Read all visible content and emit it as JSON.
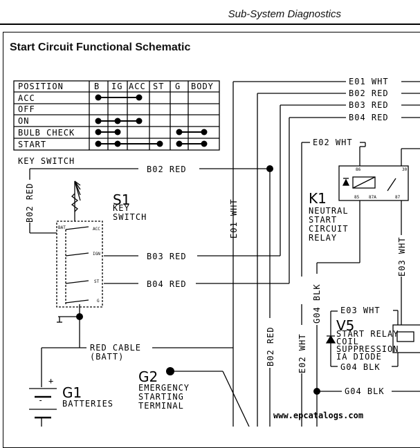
{
  "header": {
    "title": "Sub-System Diagnostics"
  },
  "page_title": "Start Circuit Functional Schematic",
  "table": {
    "columns": [
      "POSITION",
      "B",
      "IG",
      "ACC",
      "ST",
      "G",
      "BODY"
    ],
    "rows": [
      "ACC",
      "OFF",
      "ON",
      "BULB CHECK",
      "START"
    ]
  },
  "key_switch": {
    "label": "KEY SWITCH",
    "ref": "S1",
    "name_line1": "KEY",
    "name_line2": "SWITCH",
    "terminals": {
      "bat": "BAT",
      "acc": "ACC",
      "ign": "IGN",
      "st": "ST",
      "g": "G"
    }
  },
  "relay": {
    "ref": "K1",
    "line1": "NEUTRAL",
    "line2": "START",
    "line3": "CIRCUIT",
    "line4": "RELAY",
    "pins": {
      "p86": "86",
      "p30": "30",
      "p85": "85",
      "p87a": "87A",
      "p87": "87"
    }
  },
  "diode": {
    "ref": "V5",
    "line1": "START RELAY",
    "line2": "COIL",
    "line3": "SUPPRESSION",
    "line4": "IA DIODE"
  },
  "emergency": {
    "ref": "G2",
    "line1": "EMERGENCY",
    "line2": "STARTING",
    "line3": "TERMINAL"
  },
  "battery": {
    "ref": "G1",
    "name": "BATTERIES",
    "plus": "+",
    "minus": "-"
  },
  "cable": {
    "line1": "RED CABLE",
    "line2": "(BATT)"
  },
  "wires": {
    "e01": "E01 WHT",
    "b02": "B02 RED",
    "b03": "B03 RED",
    "b04": "B04 RED",
    "e02": "E02 WHT",
    "e03": "E03 WHT",
    "g04": "G04 BLK"
  },
  "watermark": "www.epcatalogs.com"
}
